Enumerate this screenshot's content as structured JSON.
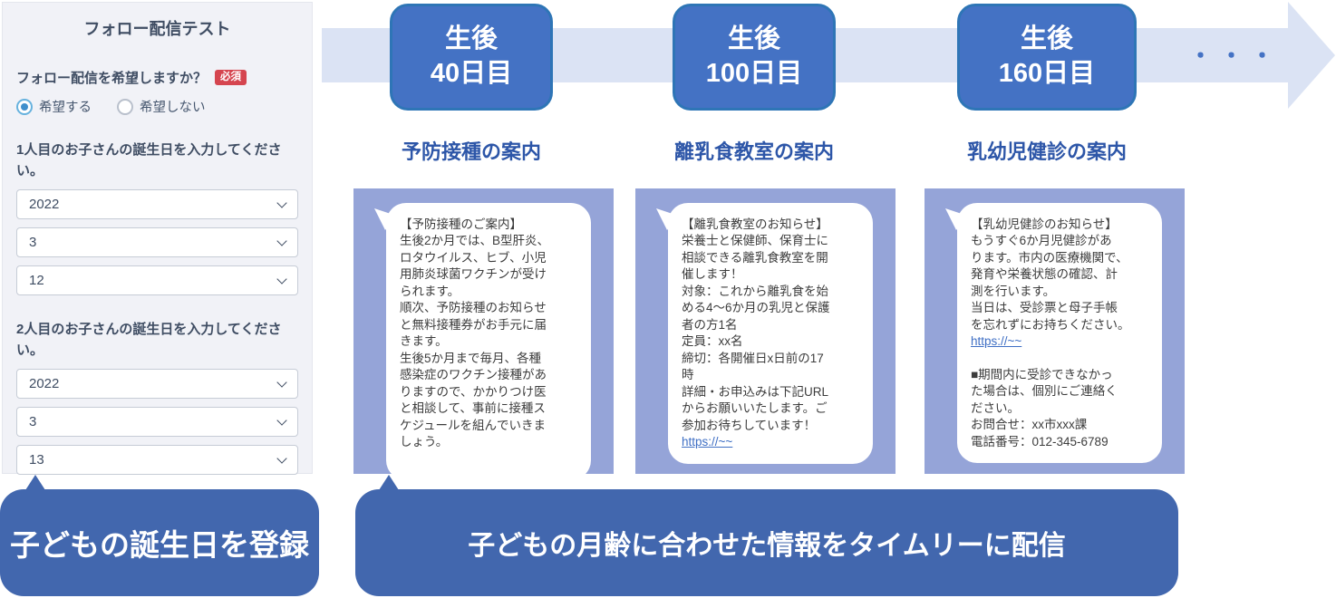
{
  "form": {
    "title": "フォロー配信テスト",
    "question": {
      "label": "フォロー配信を希望しますか？",
      "required_badge": "必須",
      "options": [
        {
          "label": "希望する",
          "selected": true
        },
        {
          "label": "希望しない",
          "selected": false
        }
      ]
    },
    "child1": {
      "label": "1人目のお子さんの誕生日を入力してください。",
      "year": "2022",
      "month": "3",
      "day": "12"
    },
    "child2": {
      "label": "2人目のお子さんの誕生日を入力してください。",
      "year": "2022",
      "month": "3",
      "day": "13"
    }
  },
  "timeline": {
    "continuation_dots": "・・・",
    "milestones": [
      {
        "badge_line1": "生後",
        "badge_line2": "40日目",
        "label": "予防接種の案内",
        "message": {
          "body": "【予防接種のご案内】\n生後2か月では、B型肝炎、\nロタウイルス、ヒブ、小児\n用肺炎球菌ワクチンが受け\nられます。\n順次、予防接種のお知らせ\nと無料接種券がお手元に届\nきます。\n生後5か月まで毎月、各種\n感染症のワクチン接種があ\nりますので、かかりつけ医\nと相談して、事前に接種ス\nケジュールを組んでいきま\nしょう。"
        }
      },
      {
        "badge_line1": "生後",
        "badge_line2": "100日目",
        "label": "離乳食教室の案内",
        "message": {
          "body": "【離乳食教室のお知らせ】\n栄養士と保健師、保育士に\n相談できる離乳食教室を開\n催します！\n対象：これから離乳食を始\nめる4〜6か月の乳児と保護\n者の方1名\n定員：xx名\n締切：各開催日x日前の17\n時\n詳細・お申込みは下記URL\nからお願いいたします。ご\n参加お待ちしています！",
          "link": "https://~~"
        }
      },
      {
        "badge_line1": "生後",
        "badge_line2": "160日目",
        "label": "乳幼児健診の案内",
        "message": {
          "body": "【乳幼児健診のお知らせ】\nもうすぐ6か月児健診があ\nります。市内の医療機関で、\n発育や栄養状態の確認、計\n測を行います。\n当日は、受診票と母子手帳\nを忘れずにお持ちください。",
          "link": "https://~~",
          "extra": "■期間内に受診できなかっ\nた場合は、個別にご連絡く\nださい。\nお問合せ：xx市xxx課\n電話番号：012-345-6789"
        }
      }
    ]
  },
  "callouts": {
    "left": "子どもの誕生日を登録",
    "right": "子どもの月齢に合わせた情報をタイムリーに配信"
  },
  "colors": {
    "milestone_box_fill": "#4472c4",
    "milestone_box_border": "#2e75b6",
    "timeline_band": "#dbe3f4",
    "message_panel": "#95a4d8",
    "callout_fill": "#4267ae",
    "milestone_label_text": "#2d56a8",
    "required_badge_red": "#d5454f",
    "link_blue": "#3f6fc4",
    "radio_selected_ring": "#67b2de",
    "radio_selected_dot": "#3f8fcc"
  }
}
